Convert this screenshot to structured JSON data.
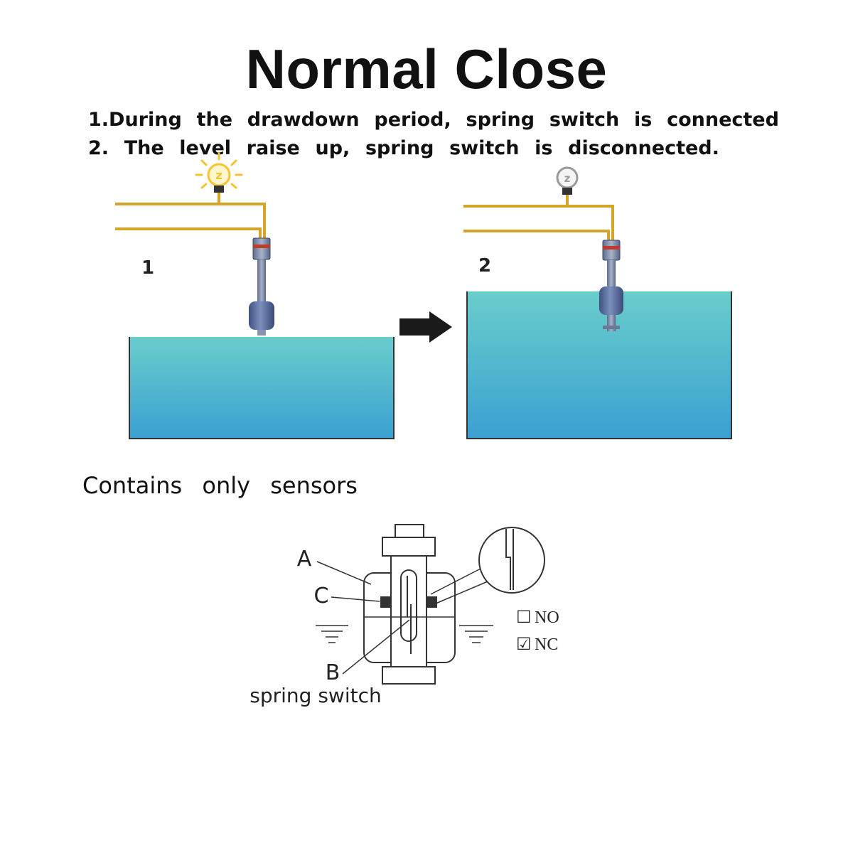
{
  "title": "Normal Close",
  "steps": [
    [
      "1.During",
      "the",
      "drawdown",
      "period,",
      "spring",
      "switch",
      "is",
      "connected"
    ],
    [
      "2.",
      "The",
      "level",
      "raise",
      "up,",
      "spring",
      "switch",
      "is",
      "disconnected."
    ]
  ],
  "panels": {
    "left_number": "1",
    "right_number": "2",
    "bulb_glyph": "z"
  },
  "sensors_label": "Contains only sensors",
  "detail": {
    "label_a": "A",
    "label_b": "B",
    "label_c": "C",
    "caption": "spring switch",
    "option_no": "NO",
    "option_nc": "NC",
    "no_checked": "☐",
    "nc_checked": "☑"
  },
  "colors": {
    "water_top": "#69cdcb",
    "water_bottom": "#3ba0d1",
    "wire": "#d4a52a",
    "bulb_on": "#f4c430",
    "bulb_off": "#9a9a9a",
    "float": "#5b6f99"
  }
}
